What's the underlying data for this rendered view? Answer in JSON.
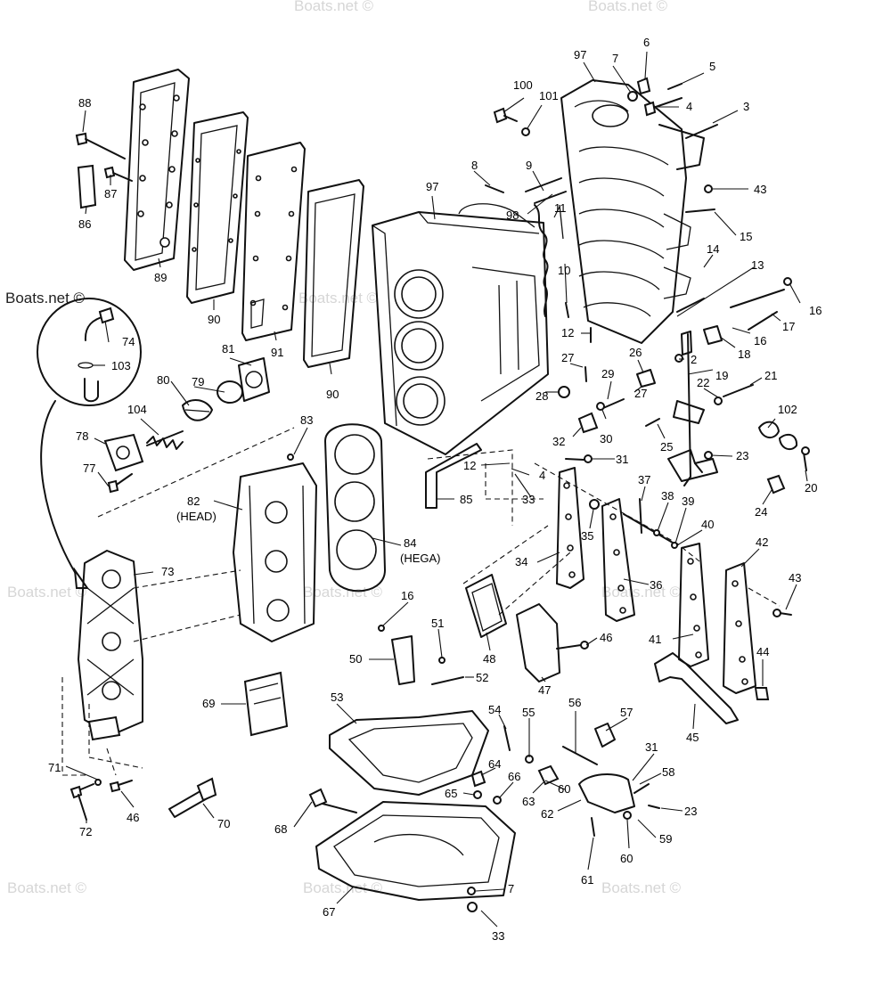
{
  "watermark": {
    "text": "Boats.net ©"
  },
  "callouts": [
    {
      "id": "c1",
      "text": "88"
    },
    {
      "id": "c2",
      "text": "87"
    },
    {
      "id": "c3",
      "text": "86"
    },
    {
      "id": "c4",
      "text": "89"
    },
    {
      "id": "c5",
      "text": "90"
    },
    {
      "id": "c6",
      "text": "91"
    },
    {
      "id": "c7",
      "text": "90"
    },
    {
      "id": "c8",
      "text": "97"
    },
    {
      "id": "c9",
      "text": "97"
    },
    {
      "id": "c10",
      "text": "6"
    },
    {
      "id": "c11",
      "text": "7"
    },
    {
      "id": "c12",
      "text": "5"
    },
    {
      "id": "c13",
      "text": "4"
    },
    {
      "id": "c14",
      "text": "3"
    },
    {
      "id": "c15",
      "text": "100"
    },
    {
      "id": "c16",
      "text": "101"
    },
    {
      "id": "c17",
      "text": "8"
    },
    {
      "id": "c18",
      "text": "9"
    },
    {
      "id": "c19",
      "text": "98"
    },
    {
      "id": "c20",
      "text": "11"
    },
    {
      "id": "c21",
      "text": "43"
    },
    {
      "id": "c22",
      "text": "15"
    },
    {
      "id": "c23",
      "text": "14"
    },
    {
      "id": "c24",
      "text": "13"
    },
    {
      "id": "c25",
      "text": "10"
    },
    {
      "id": "c26",
      "text": "16"
    },
    {
      "id": "c27",
      "text": "17"
    },
    {
      "id": "c28",
      "text": "16"
    },
    {
      "id": "c29",
      "text": "18"
    },
    {
      "id": "c30",
      "text": "12"
    },
    {
      "id": "c31",
      "text": "26"
    },
    {
      "id": "c32",
      "text": "2"
    },
    {
      "id": "c33",
      "text": "19"
    },
    {
      "id": "c34",
      "text": "27"
    },
    {
      "id": "c35",
      "text": "29"
    },
    {
      "id": "c36",
      "text": "21"
    },
    {
      "id": "c37",
      "text": "22"
    },
    {
      "id": "c38",
      "text": "28"
    },
    {
      "id": "c39",
      "text": "27"
    },
    {
      "id": "c40",
      "text": "102"
    },
    {
      "id": "c41",
      "text": "32"
    },
    {
      "id": "c42",
      "text": "30"
    },
    {
      "id": "c43",
      "text": "25"
    },
    {
      "id": "c44",
      "text": "31"
    },
    {
      "id": "c45",
      "text": "23"
    },
    {
      "id": "c46",
      "text": "20"
    },
    {
      "id": "c47",
      "text": "24"
    },
    {
      "id": "c48",
      "text": "74"
    },
    {
      "id": "c49",
      "text": "103"
    },
    {
      "id": "c50",
      "text": "81"
    },
    {
      "id": "c51",
      "text": "79"
    },
    {
      "id": "c52",
      "text": "80"
    },
    {
      "id": "c53",
      "text": "104"
    },
    {
      "id": "c54",
      "text": "78"
    },
    {
      "id": "c55",
      "text": "77"
    },
    {
      "id": "c56",
      "text": "83"
    },
    {
      "id": "c57",
      "text": "82"
    },
    {
      "id": "c58",
      "text": "(HEAD)"
    },
    {
      "id": "c59",
      "text": "84"
    },
    {
      "id": "c60",
      "text": "(HEGA)"
    },
    {
      "id": "c61",
      "text": "73"
    },
    {
      "id": "c62",
      "text": "12"
    },
    {
      "id": "c63",
      "text": "4"
    },
    {
      "id": "c64",
      "text": "33"
    },
    {
      "id": "c65",
      "text": "85"
    },
    {
      "id": "c66",
      "text": "37"
    },
    {
      "id": "c67",
      "text": "38"
    },
    {
      "id": "c68",
      "text": "39"
    },
    {
      "id": "c69",
      "text": "40"
    },
    {
      "id": "c70",
      "text": "35"
    },
    {
      "id": "c71",
      "text": "34"
    },
    {
      "id": "c72",
      "text": "36"
    },
    {
      "id": "c73",
      "text": "42"
    },
    {
      "id": "c74",
      "text": "43"
    },
    {
      "id": "c75",
      "text": "41"
    },
    {
      "id": "c76",
      "text": "44"
    },
    {
      "id": "c77",
      "text": "16"
    },
    {
      "id": "c78",
      "text": "51"
    },
    {
      "id": "c79",
      "text": "50"
    },
    {
      "id": "c80",
      "text": "48"
    },
    {
      "id": "c81",
      "text": "46"
    },
    {
      "id": "c82",
      "text": "47"
    },
    {
      "id": "c83",
      "text": "52"
    },
    {
      "id": "c84",
      "text": "69"
    },
    {
      "id": "c85",
      "text": "53"
    },
    {
      "id": "c86",
      "text": "45"
    },
    {
      "id": "c87",
      "text": "54"
    },
    {
      "id": "c88",
      "text": "55"
    },
    {
      "id": "c89",
      "text": "56"
    },
    {
      "id": "c90",
      "text": "57"
    },
    {
      "id": "c91",
      "text": "31"
    },
    {
      "id": "c92",
      "text": "58"
    },
    {
      "id": "c93",
      "text": "64"
    },
    {
      "id": "c94",
      "text": "66"
    },
    {
      "id": "c95",
      "text": "65"
    },
    {
      "id": "c96",
      "text": "63"
    },
    {
      "id": "c97",
      "text": "60"
    },
    {
      "id": "c98",
      "text": "62"
    },
    {
      "id": "c99",
      "text": "23"
    },
    {
      "id": "c100",
      "text": "59"
    },
    {
      "id": "c101",
      "text": "60"
    },
    {
      "id": "c102",
      "text": "61"
    },
    {
      "id": "c103",
      "text": "71"
    },
    {
      "id": "c104",
      "text": "46"
    },
    {
      "id": "c105",
      "text": "72"
    },
    {
      "id": "c106",
      "text": "70"
    },
    {
      "id": "c107",
      "text": "68"
    },
    {
      "id": "c108",
      "text": "67"
    },
    {
      "id": "c109",
      "text": "7"
    },
    {
      "id": "c110",
      "text": "33"
    }
  ]
}
